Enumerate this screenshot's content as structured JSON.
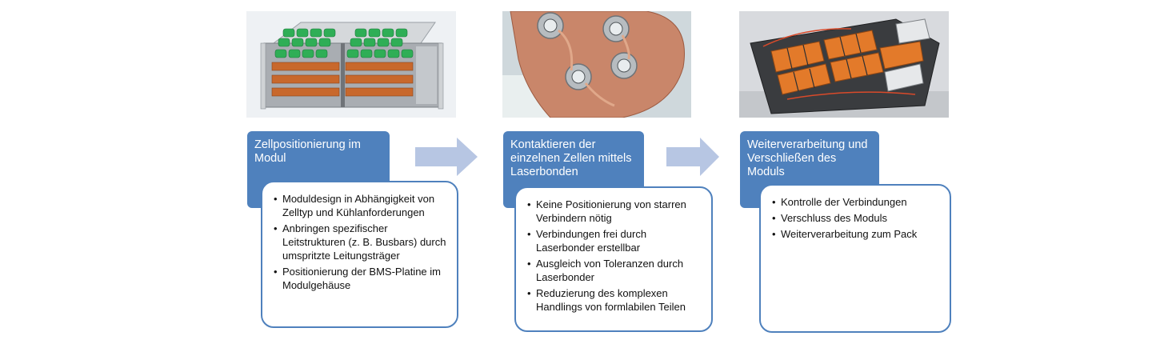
{
  "steps": [
    {
      "title": "Zellpositionierung im Modul",
      "photo_icon": "battery-module-render",
      "bullets": [
        "Moduldesign in Abhängigkeit von Zelltyp und Kühlanforderungen",
        "Anbringen spezifischer Leitstrukturen (z. B. Busbars) durch  umspritzte Leitungsträger",
        "Positionierung der BMS-Platine im Modulgehäuse"
      ]
    },
    {
      "title": "Kontaktieren der einzelnen Zellen mittels Laserbonden",
      "photo_icon": "laser-bond-closeup",
      "bullets": [
        "Keine Positionierung von starren Verbindern nötig",
        "Verbindungen frei durch Laserbonder erstellbar",
        "Ausgleich von Toleranzen durch Laserbonder",
        "Reduzierung des komplexen Handlings von formlabilen Teilen"
      ]
    },
    {
      "title": "Weiterverarbeitung und Verschließen des Moduls",
      "photo_icon": "battery-pack-photo",
      "bullets": [
        "Kontrolle der Verbindungen",
        "Verschluss des Moduls",
        "Weiterverarbeitung zum Pack"
      ]
    }
  ],
  "bullet_symbol": "•",
  "colors": {
    "title_fill": "#4f81bd",
    "detail_border": "#4f81bd",
    "arrow_fill": "#b7c6e3"
  }
}
